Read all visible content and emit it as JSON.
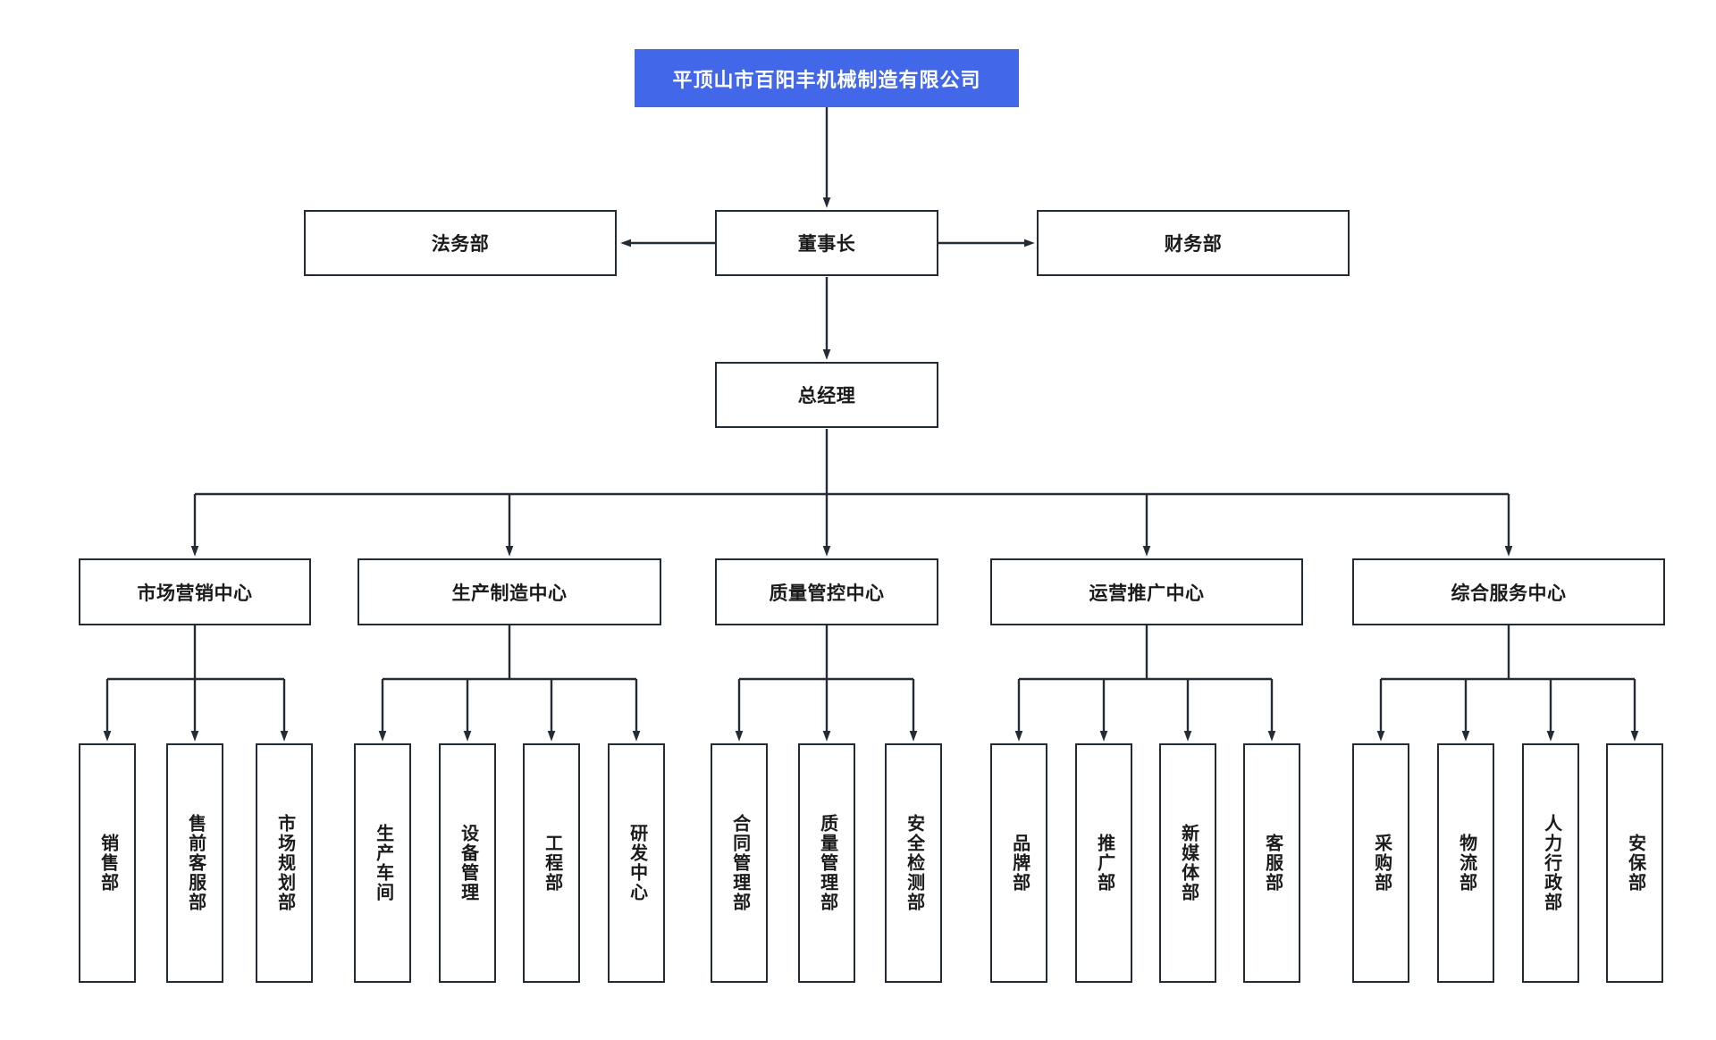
{
  "diagram": {
    "type": "organization-chart",
    "title": "平顶山市百阳丰机械制造有限公司",
    "accent_color": "#4267e8",
    "border_color": "#232b36",
    "background_color": "#ffffff"
  },
  "root": {
    "label": "平顶山市百阳丰机械制造有限公司"
  },
  "level2": {
    "left": {
      "label": "法务部"
    },
    "center": {
      "label": "董事长"
    },
    "right": {
      "label": "财务部"
    }
  },
  "level3": {
    "label": "总经理"
  },
  "centers": [
    {
      "label": "市场营销中心",
      "children": [
        {
          "label": "销售部"
        },
        {
          "label": "售前客服部"
        },
        {
          "label": "市场规划部"
        }
      ]
    },
    {
      "label": "生产制造中心",
      "children": [
        {
          "label": "生产车间"
        },
        {
          "label": "设备管理"
        },
        {
          "label": "工程部"
        },
        {
          "label": "研发中心"
        }
      ]
    },
    {
      "label": "质量管控中心",
      "children": [
        {
          "label": "合同管理部"
        },
        {
          "label": "质量管理部"
        },
        {
          "label": "安全检测部"
        }
      ]
    },
    {
      "label": "运营推广中心",
      "children": [
        {
          "label": "品牌部"
        },
        {
          "label": "推广部"
        },
        {
          "label": "新媒体部"
        },
        {
          "label": "客服部"
        }
      ]
    },
    {
      "label": "综合服务中心",
      "children": [
        {
          "label": "采购部"
        },
        {
          "label": "物流部"
        },
        {
          "label": "人力行政部"
        },
        {
          "label": "安保部"
        }
      ]
    }
  ]
}
